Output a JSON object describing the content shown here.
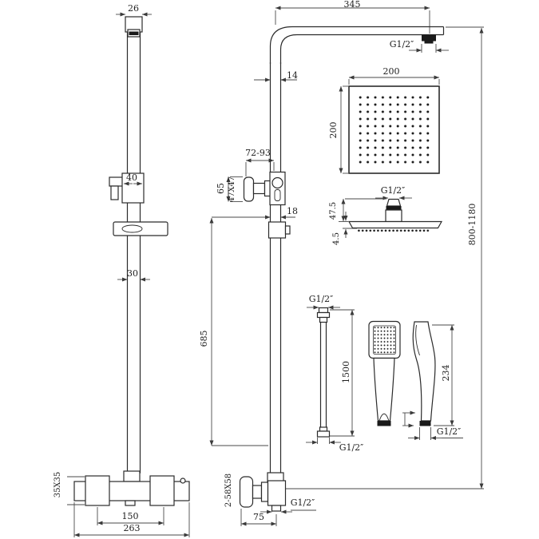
{
  "title": "Thermostatic shower column technical drawing",
  "figures": {
    "rail_front": {
      "cap_width": "26",
      "slider_width": "40",
      "rail_width": "30",
      "handle_size": "35X35",
      "handle_spacing": "150",
      "valve_width": "263"
    },
    "riser_side": {
      "arm_length": "345",
      "arm_outlet_thread": "G1/2″",
      "pipe_width": "14",
      "bracket_offset_range": "72-93",
      "bracket_plate_size": "47X47",
      "bracket_height": "65",
      "lower_pipe_width": "18",
      "riser_length": "685",
      "overall_height_range": "800-1180",
      "wall_plates": "2-58X58",
      "wall_offset": "75",
      "bottom_outlet_thread": "G1/2″"
    },
    "head_front": {
      "width": "200",
      "height": "200"
    },
    "head_side": {
      "thread": "G1/2″",
      "connector_height": "47.5",
      "plate_thickness": "4.5"
    },
    "hose": {
      "top_thread": "G1/2″",
      "length": "1500",
      "bottom_thread": "G1/2″"
    },
    "handset": {
      "height": "234",
      "thread": "G1/2″"
    }
  }
}
